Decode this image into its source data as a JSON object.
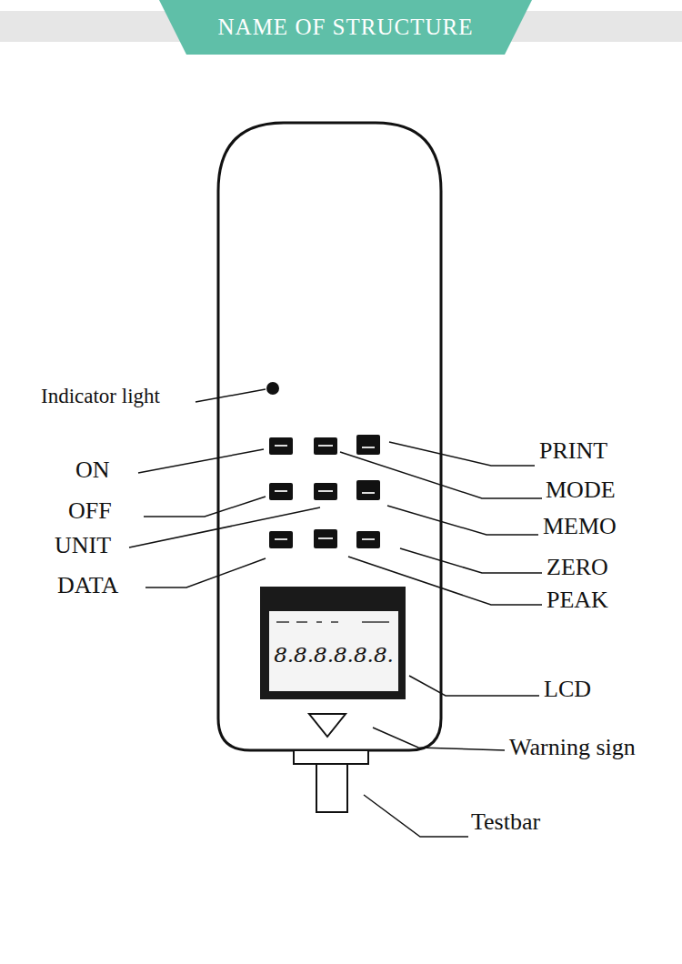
{
  "diagram": {
    "title": "NAME OF STRUCTURE",
    "labels": [
      "Indicator light",
      "ON",
      "OFF",
      "UNIT",
      "DATA",
      "PRINT",
      "MODE",
      "MEMO",
      "ZERO",
      "PEAK",
      "LCD",
      "Warning sign",
      "Testbar",
      "8.8.8.8.8.8."
    ]
  }
}
